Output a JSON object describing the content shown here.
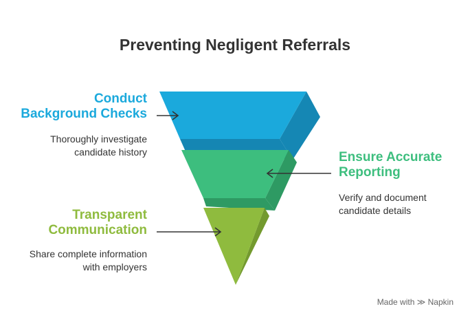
{
  "title": "Preventing Negligent Referrals",
  "stages": [
    {
      "label_line1": "Conduct",
      "label_line2": "Background Checks",
      "desc_line1": "Thoroughly investigate",
      "desc_line2": "candidate history",
      "color": "#1BA9DC",
      "shade": "#1586B3"
    },
    {
      "label_line1": "Ensure Accurate",
      "label_line2": "Reporting",
      "desc_line1": "Verify and document",
      "desc_line2": "candidate details",
      "color": "#3DBE7E",
      "shade": "#2E9A63"
    },
    {
      "label_line1": "Transparent",
      "label_line2": "Communication",
      "desc_line1": "Share complete information",
      "desc_line2": "with employers",
      "color": "#8FBB3E",
      "shade": "#739A2E"
    }
  ],
  "footer": {
    "made_with": "Made with",
    "brand": "Napkin"
  }
}
